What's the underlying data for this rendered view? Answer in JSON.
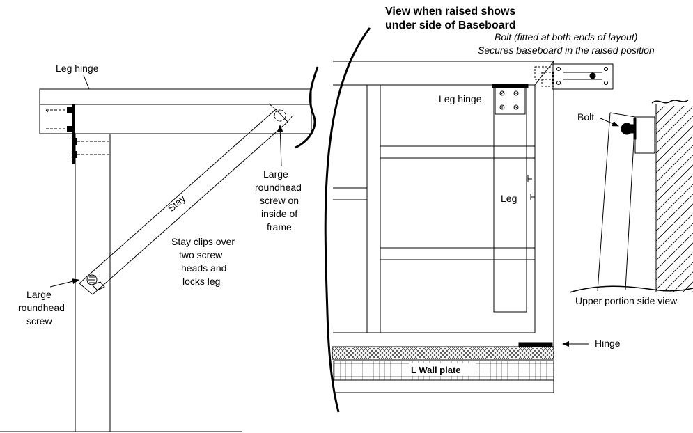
{
  "title_line1": "View when raised shows",
  "title_line2": "under side of Baseboard",
  "bolt_note_line1": "Bolt (fitted at both ends of layout)",
  "bolt_note_line2": "Secures baseboard in the raised position",
  "labels": {
    "leg_hinge_left": "Leg hinge",
    "stay": "Stay",
    "large_screw_top_1": "Large",
    "large_screw_top_2": "roundhead",
    "large_screw_top_3": "screw on",
    "large_screw_top_4": "inside of",
    "large_screw_top_5": "frame",
    "stay_clips_1": "Stay clips over",
    "stay_clips_2": "two screw",
    "stay_clips_3": "heads and",
    "stay_clips_4": "locks leg",
    "large_screw_bottom_1": "Large",
    "large_screw_bottom_2": "roundhead",
    "large_screw_bottom_3": "screw",
    "leg_hinge_right": "Leg hinge",
    "leg": "Leg",
    "hinge": "Hinge",
    "wall_plate": "L Wall plate",
    "bolt": "Bolt",
    "upper_portion": "Upper portion side view"
  },
  "colors": {
    "line": "#000000",
    "background": "#ffffff"
  }
}
